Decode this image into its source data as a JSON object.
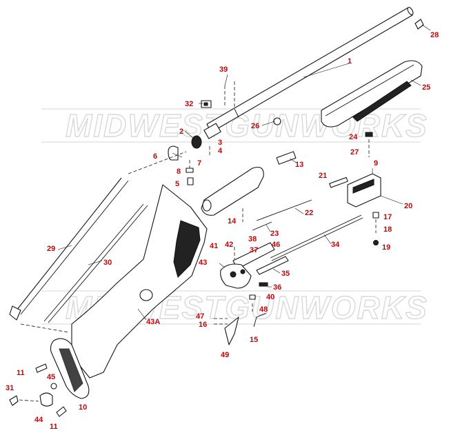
{
  "watermark": {
    "text": "MIDWESTGUNWORKS"
  },
  "accent_color": "#cc0000",
  "labels": [
    "1",
    "28",
    "25",
    "39",
    "32",
    "26",
    "2",
    "3",
    "4",
    "6",
    "7",
    "8",
    "5",
    "24",
    "27",
    "13",
    "9",
    "21",
    "20",
    "22",
    "17",
    "18",
    "14",
    "23",
    "42",
    "38",
    "41",
    "46",
    "37",
    "34",
    "19",
    "43",
    "35",
    "36",
    "29",
    "30",
    "40",
    "48",
    "47",
    "43A",
    "16",
    "15",
    "49",
    "11",
    "45",
    "31",
    "44",
    "10",
    "11"
  ]
}
